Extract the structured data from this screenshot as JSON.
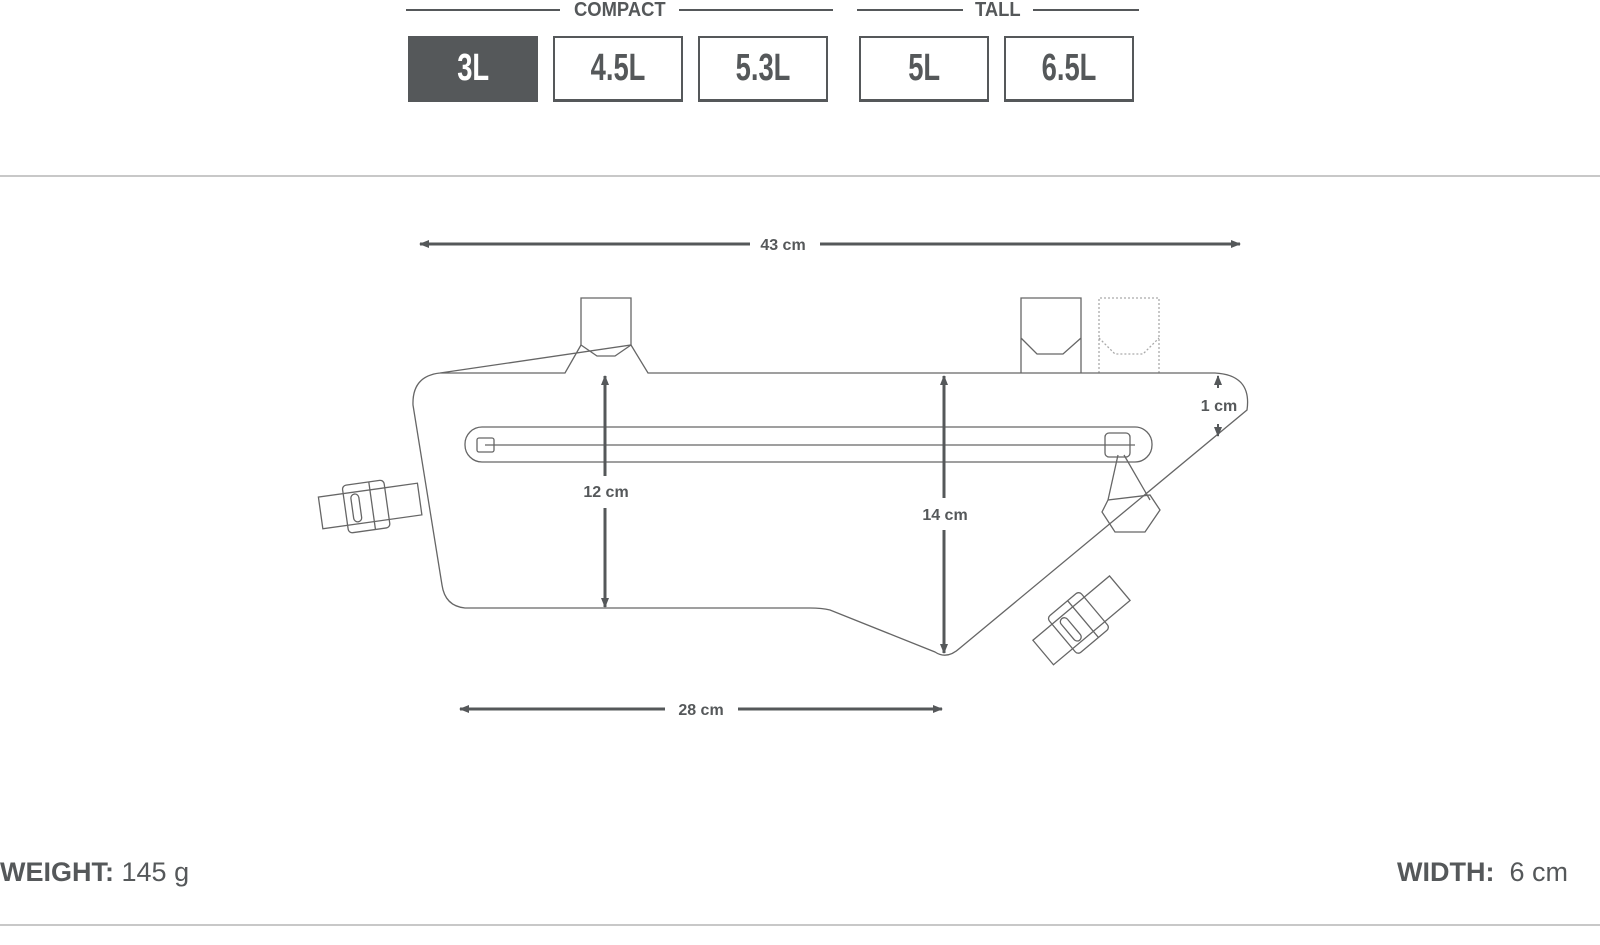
{
  "size_groups": [
    {
      "label": "COMPACT",
      "sizes": [
        "3L",
        "4.5L",
        "5.3L"
      ]
    },
    {
      "label": "TALL",
      "sizes": [
        "5L",
        "6.5L"
      ]
    }
  ],
  "selected_size": "3L",
  "dimensions": {
    "length": "43 cm",
    "bottom_length": "28 cm",
    "front_height": "12 cm",
    "rear_height": "14 cm",
    "top_offset": "1 cm"
  },
  "specs": {
    "weight_label": "WEIGHT:",
    "weight_value": "145 g",
    "width_label": "WIDTH:",
    "width_value": "6 cm"
  },
  "colors": {
    "primary": "#55585a",
    "divider": "#c8c8c8"
  }
}
